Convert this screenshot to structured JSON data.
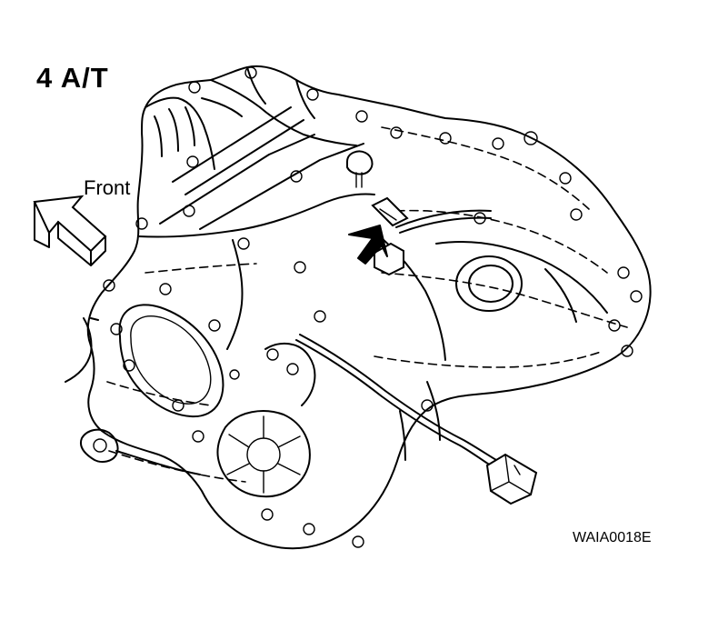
{
  "diagram": {
    "title": "4 A/T",
    "front_label": "Front",
    "figure_code": "WAIA0018E"
  },
  "icons": {
    "front_arrow": "front-direction-arrow-icon",
    "location_arrow": "location-pointer-arrow-icon"
  },
  "colors": {
    "ink": "#000000",
    "background": "#ffffff"
  }
}
